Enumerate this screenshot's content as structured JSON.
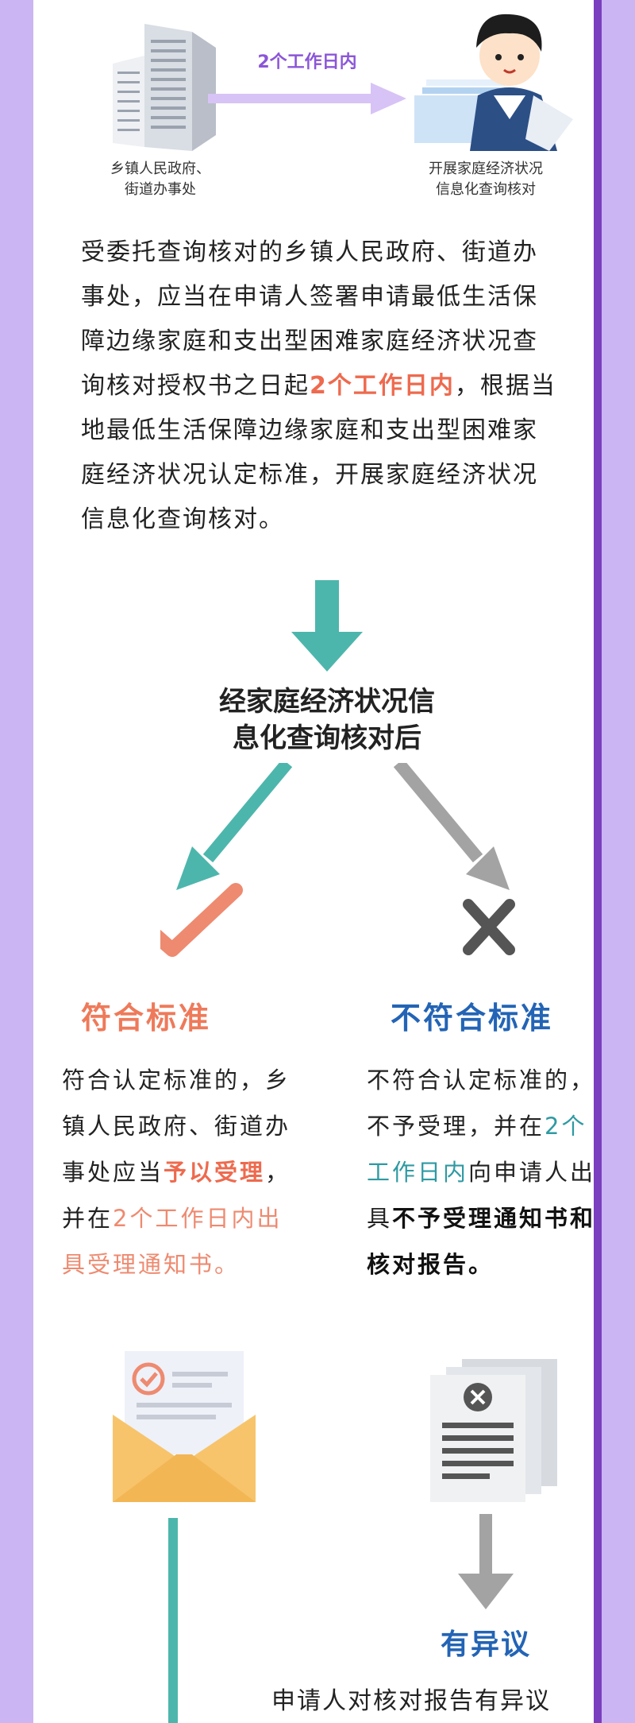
{
  "top": {
    "days_label": "2个工作日内",
    "left_caption_line1": "乡镇人民政府、",
    "left_caption_line2": "街道办事处",
    "right_caption_line1": "开展家庭经济状况",
    "right_caption_line2": "信息化查询核对"
  },
  "paragraph": {
    "part1": "受委托查询核对的乡镇人民政府、街道办事处，应当在申请人签署申请最低生活保障边缘家庭和支出型困难家庭经济状况查询核对授权书之日起",
    "highlight": "2个工作日内",
    "part2": "，根据当地最低生活保障边缘家庭和支出型困难家庭经济状况认定标准，开展家庭经济状况信息化查询核对。"
  },
  "mid": {
    "title_line1": "经家庭经济状况信",
    "title_line2": "息化查询核对后"
  },
  "left_branch": {
    "title": "符合标准",
    "t1": "符合认定标准的，乡镇人民政府、街道办事处应当",
    "t2": "予以受理",
    "t3": "，并在",
    "t4": "2个工作日内出具受理通知书。"
  },
  "right_branch": {
    "title": "不符合标准",
    "t1": "不符合认定标准的，不予受理，并在",
    "t2": "2个工作日内",
    "t3": "向申请人出具",
    "t4": "不予受理通知书和核对报告。"
  },
  "objection": {
    "title": "有异议",
    "text": "申请人对核对报告有异议"
  },
  "colors": {
    "accent_purple": "#8b56d8",
    "accent_orange": "#ee6a4e",
    "accent_teal": "#4db6ac",
    "accent_blue": "#2364b5"
  }
}
